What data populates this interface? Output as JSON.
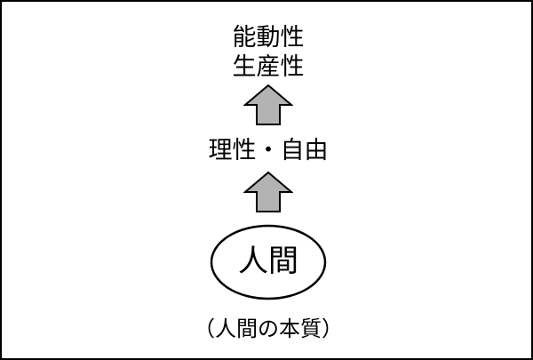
{
  "diagram": {
    "top_label": {
      "line1": "能動性",
      "line2": "生産性"
    },
    "middle_label": "理性・自由",
    "core_label": "人間",
    "caption": "（人間の本質）"
  },
  "colors": {
    "arrow_fill": "#b3b3b3",
    "stroke": "#000000",
    "background": "#ffffff"
  }
}
